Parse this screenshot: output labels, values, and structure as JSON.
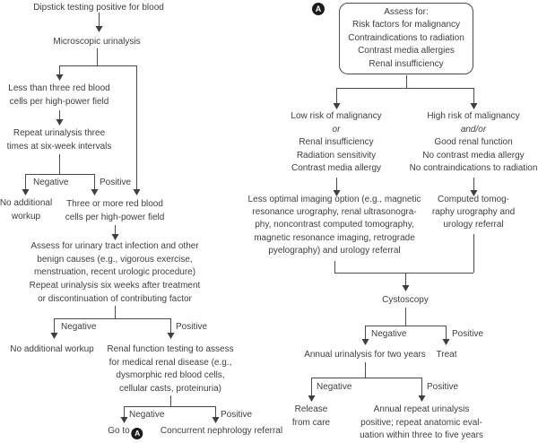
{
  "labels": {
    "negative": "Negative",
    "positive": "Positive"
  },
  "marker": {
    "label": "A"
  },
  "left": {
    "dipstick": "Dipstick testing positive for blood",
    "microscopic": "Microscopic urinalysis",
    "less_three": [
      "Less than three red blood",
      "cells per high-power field"
    ],
    "repeat_three": [
      "Repeat urinalysis three",
      "times at six-week intervals"
    ],
    "no_workup_1": [
      "No additional",
      "workup"
    ],
    "three_more": [
      "Three or more red blood",
      "cells per high-power field"
    ],
    "assess_benign": [
      "Assess for urinary tract infection and other",
      "benign causes (e.g., vigorous exercise,",
      "menstruation, recent urologic procedure)"
    ],
    "repeat_six_weeks": [
      "Repeat urinalysis six weeks after treatment",
      "or discontinuation of contributing factor"
    ],
    "no_workup_2": "No additional workup",
    "renal_function": [
      "Renal function testing to assess",
      "for medical renal disease (e.g.,",
      "dysmorphic red blood cells,",
      "cellular casts, proteinuria)"
    ],
    "goto_label": "Go to",
    "nephrology": "Concurrent nephrology referral"
  },
  "right": {
    "assess_box": [
      "Assess for:",
      "Risk factors for malignancy",
      "Contraindications to radiation",
      "Contrast media allergies",
      "Renal insufficiency"
    ],
    "low_risk": {
      "title": "Low risk of malignancy",
      "conjunction": "or",
      "items": [
        "Renal insufficiency",
        "Radiation sensitivity",
        "Contrast media allergy"
      ]
    },
    "high_risk": {
      "title": "High risk of malignancy",
      "conjunction": "and/or",
      "items": [
        "Good renal function",
        "No contrast media allergy",
        "No contraindications to radiation"
      ]
    },
    "less_optimal": [
      "Less optimal imaging option (e.g., magnetic",
      "resonance urography, renal ultrasonogra-",
      "phy, noncontrast computed tomography,",
      "magnetic resonance imaging, retrograde",
      "pyelography) and urology referral"
    ],
    "ct_urography": [
      "Computed tomog-",
      "raphy urography and",
      "urology referral"
    ],
    "cystoscopy": "Cystoscopy",
    "annual_two_years": "Annual urinalysis for two years",
    "treat": "Treat",
    "release": [
      "Release",
      "from care"
    ],
    "annual_repeat": [
      "Annual repeat urinalysis",
      "positive; repeat anatomic eval-",
      "uation within three to five years"
    ]
  },
  "colors": {
    "background": "#ffffff",
    "text": "#3e3e40",
    "line": "#4a4a4c",
    "marker_bg": "#1c1c1e",
    "marker_fg": "#ffffff"
  }
}
